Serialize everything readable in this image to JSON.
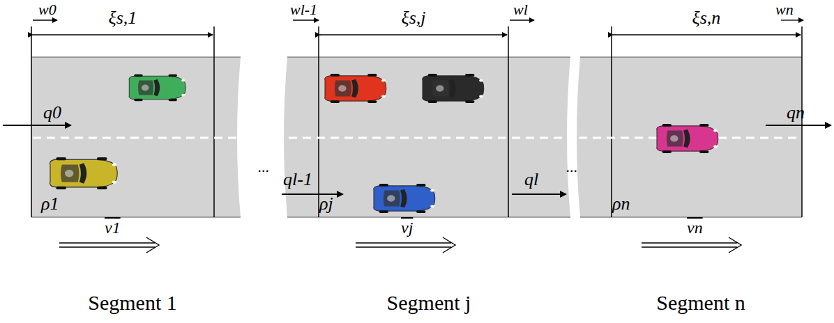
{
  "diagram": {
    "nodes": [
      {
        "text": [
          "ρ1"
        ]
      },
      {
        "text": [
          "ρj"
        ]
      },
      {
        "text": [
          "ρn"
        ]
      }
    ],
    "labels": [
      "w0",
      "ξs,1",
      "wl-1",
      "ξs,j",
      "wl",
      "ξs,n",
      "wn",
      "q0",
      "ql-1",
      "ql",
      "qn",
      "v1",
      "vj",
      "vn",
      "...",
      "...",
      "Segment 1",
      "Segment j",
      "Segment n"
    ]
  }
}
